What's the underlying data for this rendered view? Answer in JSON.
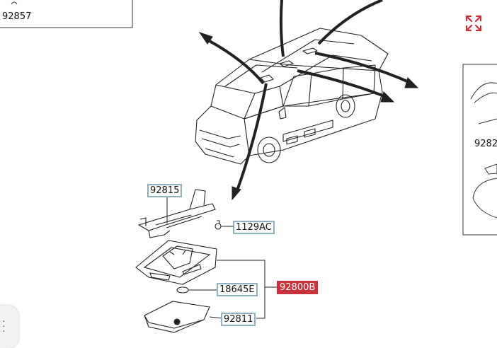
{
  "parts": {
    "p92857": "92857",
    "p92815": "92815",
    "p1129ac": "1129AC",
    "p18645e": "18645E",
    "p92800b": "92800B",
    "p92811": "92811",
    "p9282": "9282"
  },
  "icons": {
    "expand": "expand-icon",
    "more": "more-vertical-icon"
  },
  "colors": {
    "accent": "#c8323c",
    "label_border": "#8fb0bf",
    "line": "#222222"
  }
}
